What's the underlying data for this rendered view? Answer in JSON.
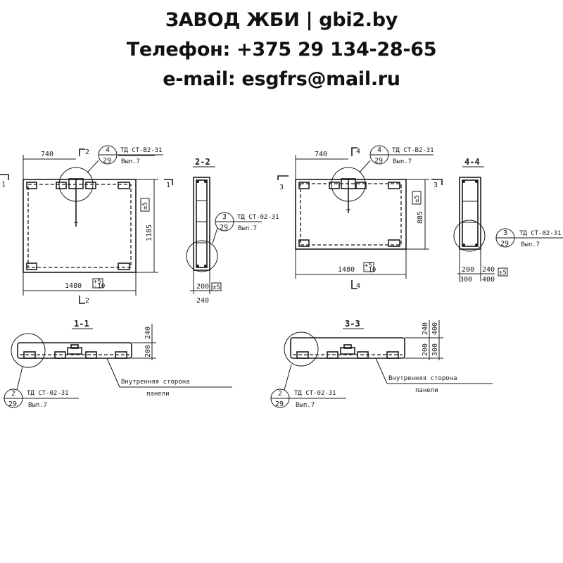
{
  "header": {
    "line1": "ЗАВОД ЖБИ | gbi2.by",
    "line2": "Телефон: +375 29 134-28-65",
    "line3": "e-mail: esgfrs@mail.ru"
  },
  "callout": {
    "ref": "ТД СТ-02-31",
    "ref_alt": "ТД СТ-В2-31",
    "issue": "Вып.7",
    "sheet": "29",
    "n2": "2",
    "n3": "3",
    "n4": "4"
  },
  "panel_a": {
    "dim_top": "740",
    "dim_bottom": "1480",
    "dim_side": "1185",
    "tol_side": "±5",
    "tol_bottom_1": "+5",
    "tol_bottom_2": "-10",
    "cut_1": "1",
    "cut_2": "2"
  },
  "panel_b": {
    "dim_top": "740",
    "dim_bottom": "1480",
    "dim_side": "885",
    "tol_side": "±5",
    "tol_bottom_1": "+5",
    "tol_bottom_2": "-10",
    "cut_3": "3",
    "cut_4": "4"
  },
  "section_22": {
    "title": "2-2",
    "dim_200": "200",
    "dim_240": "240",
    "tol": "±5"
  },
  "section_44": {
    "title": "4-4",
    "dim_200": "200",
    "dim_240": "240",
    "dim_300": "300",
    "dim_400": "400",
    "tol": "±5"
  },
  "section_11": {
    "title": "1-1",
    "dim_240": "240",
    "dim_200": "200",
    "note_1": "Внутренняя сторона",
    "note_2": "панели"
  },
  "section_33": {
    "title": "3-3",
    "dim_240": "240",
    "dim_400": "400",
    "dim_200": "200",
    "dim_300": "300",
    "note_1": "Внутренняя сторона",
    "note_2": "панели"
  }
}
